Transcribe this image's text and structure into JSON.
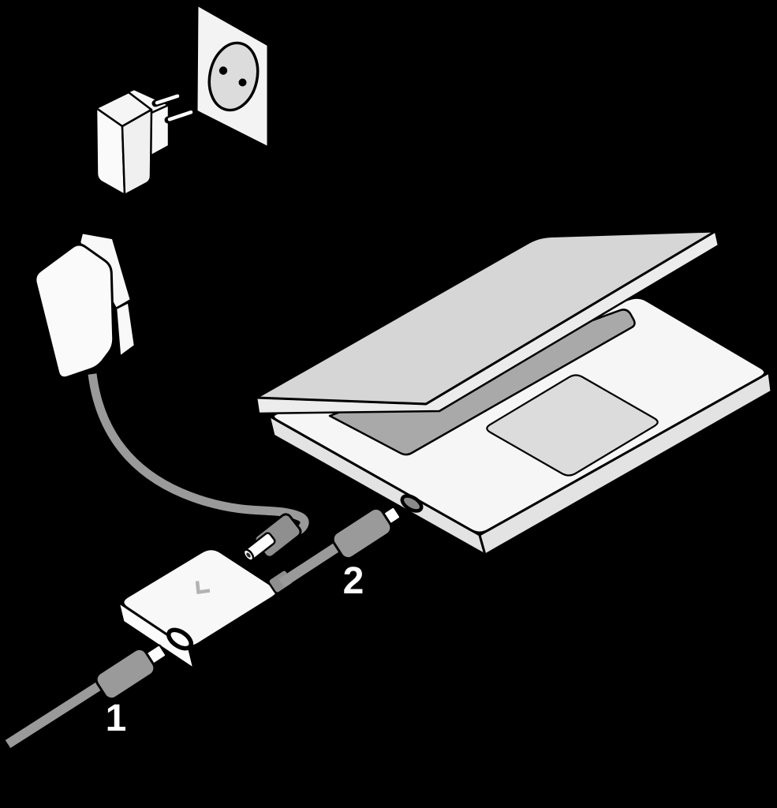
{
  "figure": {
    "type": "hardware-setup-illustration",
    "description": "Line-art diagram of connecting a laptop power adapter: wall outlet, AC plug module, power brick, barrel connector into a combo power dongle, and USB-C cable into laptop",
    "background": "#000000",
    "step_labels": {
      "step1": "1",
      "step2": "2"
    },
    "colors": {
      "line": "#000000",
      "device_white": "#f8f8f8",
      "cable_gray": "#9a9a9a",
      "connector_gray": "#8f8f8f",
      "lid_gray": "#d6d6d6",
      "lid_edge_gray": "#ececec",
      "base_white": "#f6f6f6",
      "base_side_gray": "#e3e3e3",
      "keyboard_gray": "#a9a9a9",
      "touchpad_gray": "#dcdcdc",
      "socket_gray": "#dcdcdc",
      "port_dark": "#8a8a8a",
      "mark_gray": "#b3b3b3",
      "label_white": "#ffffff"
    },
    "components": [
      "wall-outlet",
      "ac-plug-module",
      "power-brick",
      "power-cable",
      "barrel-connector",
      "power-dongle",
      "usb-c-connector-1",
      "usb-c-cable-2",
      "laptop"
    ]
  }
}
